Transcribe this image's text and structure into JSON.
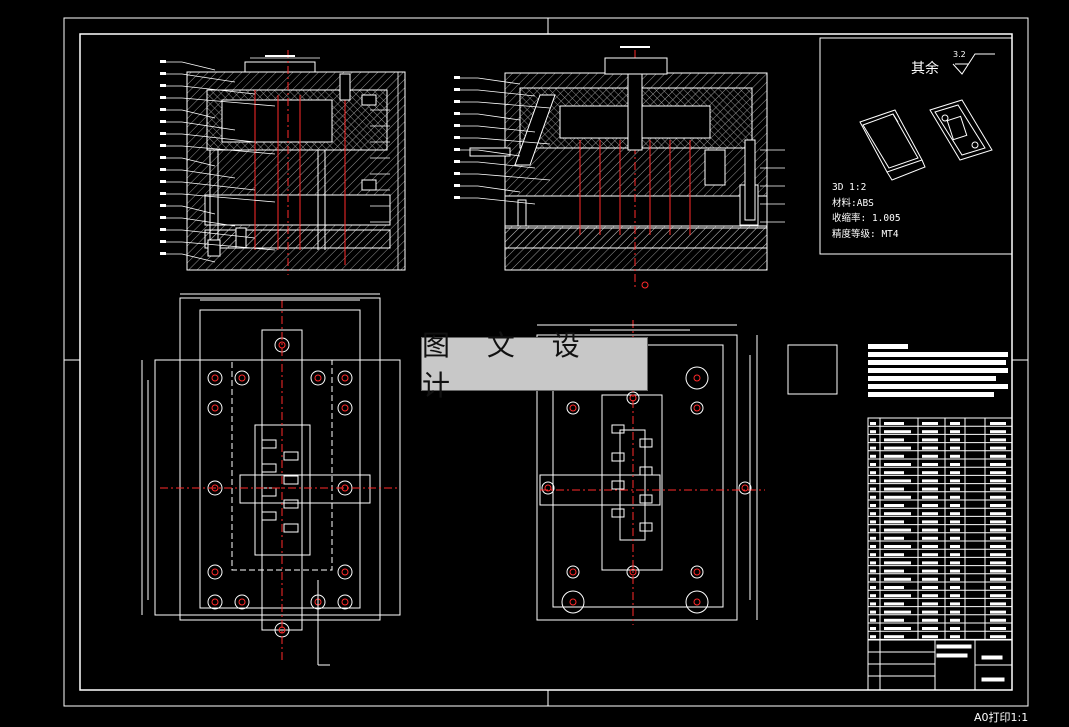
{
  "watermark": "图 文 设 计",
  "surface_note": {
    "label": "其余",
    "roughness": "3.2"
  },
  "notes": [
    "3D 1:2",
    "材料:ABS",
    "收缩率: 1.005",
    "精度等级: MT4"
  ],
  "plot_scale": "A0打印1:1",
  "colors": {
    "background": "#000000",
    "line": "#ffffff",
    "center_line": "#ff2a2a",
    "hatch": "#cfcfcf",
    "accent": "#1e90ff"
  }
}
